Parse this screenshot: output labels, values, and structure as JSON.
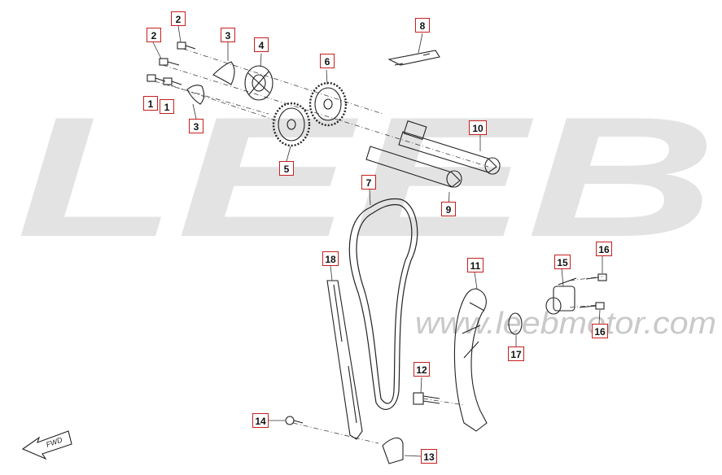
{
  "watermark": {
    "brand": "LEEB",
    "url": "www.leebmotor.com"
  },
  "direction_marker": "FWD",
  "callouts": [
    {
      "id": "c1a",
      "label": "1"
    },
    {
      "id": "c1b",
      "label": "1"
    },
    {
      "id": "c2a",
      "label": "2"
    },
    {
      "id": "c2b",
      "label": "2"
    },
    {
      "id": "c3a",
      "label": "3"
    },
    {
      "id": "c3b",
      "label": "3"
    },
    {
      "id": "c4",
      "label": "4"
    },
    {
      "id": "c5",
      "label": "5"
    },
    {
      "id": "c6",
      "label": "6"
    },
    {
      "id": "c7",
      "label": "7"
    },
    {
      "id": "c8",
      "label": "8"
    },
    {
      "id": "c9",
      "label": "9"
    },
    {
      "id": "c10",
      "label": "10"
    },
    {
      "id": "c11",
      "label": "11"
    },
    {
      "id": "c12",
      "label": "12"
    },
    {
      "id": "c13",
      "label": "13"
    },
    {
      "id": "c14",
      "label": "14"
    },
    {
      "id": "c15",
      "label": "15"
    },
    {
      "id": "c16a",
      "label": "16"
    },
    {
      "id": "c16b",
      "label": "16"
    },
    {
      "id": "c17",
      "label": "17"
    },
    {
      "id": "c18",
      "label": "18"
    }
  ]
}
